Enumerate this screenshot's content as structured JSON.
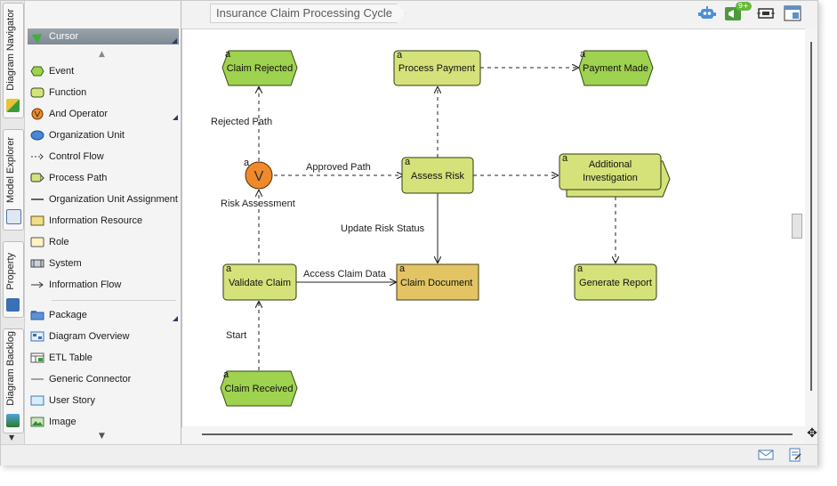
{
  "app": {
    "diagram_title": "Insurance Claim Processing Cycle"
  },
  "side_tabs": [
    {
      "label": "Diagram Navigator"
    },
    {
      "label": "Model Explorer"
    },
    {
      "label": "Property"
    },
    {
      "label": "Diagram Backlog"
    }
  ],
  "palette": {
    "cursor_label": "Cursor",
    "items": [
      {
        "label": "Event",
        "icon": "event-icon"
      },
      {
        "label": "Function",
        "icon": "function-icon"
      },
      {
        "label": "And Operator",
        "icon": "and-operator-icon"
      },
      {
        "label": "Organization Unit",
        "icon": "organization-unit-icon"
      },
      {
        "label": "Control Flow",
        "icon": "control-flow-icon"
      },
      {
        "label": "Process Path",
        "icon": "process-path-icon"
      },
      {
        "label": "Organization Unit Assignment",
        "icon": "org-unit-assignment-icon"
      },
      {
        "label": "Information Resource",
        "icon": "information-resource-icon"
      },
      {
        "label": "Role",
        "icon": "role-icon"
      },
      {
        "label": "System",
        "icon": "system-icon"
      },
      {
        "label": "Information Flow",
        "icon": "information-flow-icon"
      },
      {
        "label": "Package",
        "icon": "package-icon"
      },
      {
        "label": "Diagram Overview",
        "icon": "diagram-overview-icon"
      },
      {
        "label": "ETL Table",
        "icon": "etl-table-icon"
      },
      {
        "label": "Generic Connector",
        "icon": "generic-connector-icon"
      },
      {
        "label": "User Story",
        "icon": "user-story-icon"
      },
      {
        "label": "Image",
        "icon": "image-icon"
      }
    ]
  },
  "header_icons": {
    "notification_badge": "9+"
  },
  "diagram": {
    "marker": "a",
    "nodes": {
      "claim_rejected": "Claim Rejected",
      "process_payment": "Process Payment",
      "payment_made": "Payment Made",
      "and_operator": "V",
      "assess_risk": "Assess Risk",
      "additional_investigation_1": "Additional",
      "additional_investigation_2": "Investigation",
      "validate_claim": "Validate Claim",
      "claim_document": "Claim Document",
      "generate_report": "Generate Report",
      "claim_received": "Claim Received"
    },
    "edges": {
      "rejected_path": "Rejected Path",
      "approved_path": "Approved Path",
      "risk_assessment": "Risk Assessment",
      "update_risk_status": "Update Risk Status",
      "access_claim_data": "Access Claim Data",
      "start": "Start"
    }
  },
  "colors": {
    "event_fill": "#9fd24f",
    "function_fill": "#d5e27a",
    "operator_fill": "#ee8a2b",
    "info_resource_fill": "#e2c465",
    "selection_bar": "#8c96a0"
  }
}
